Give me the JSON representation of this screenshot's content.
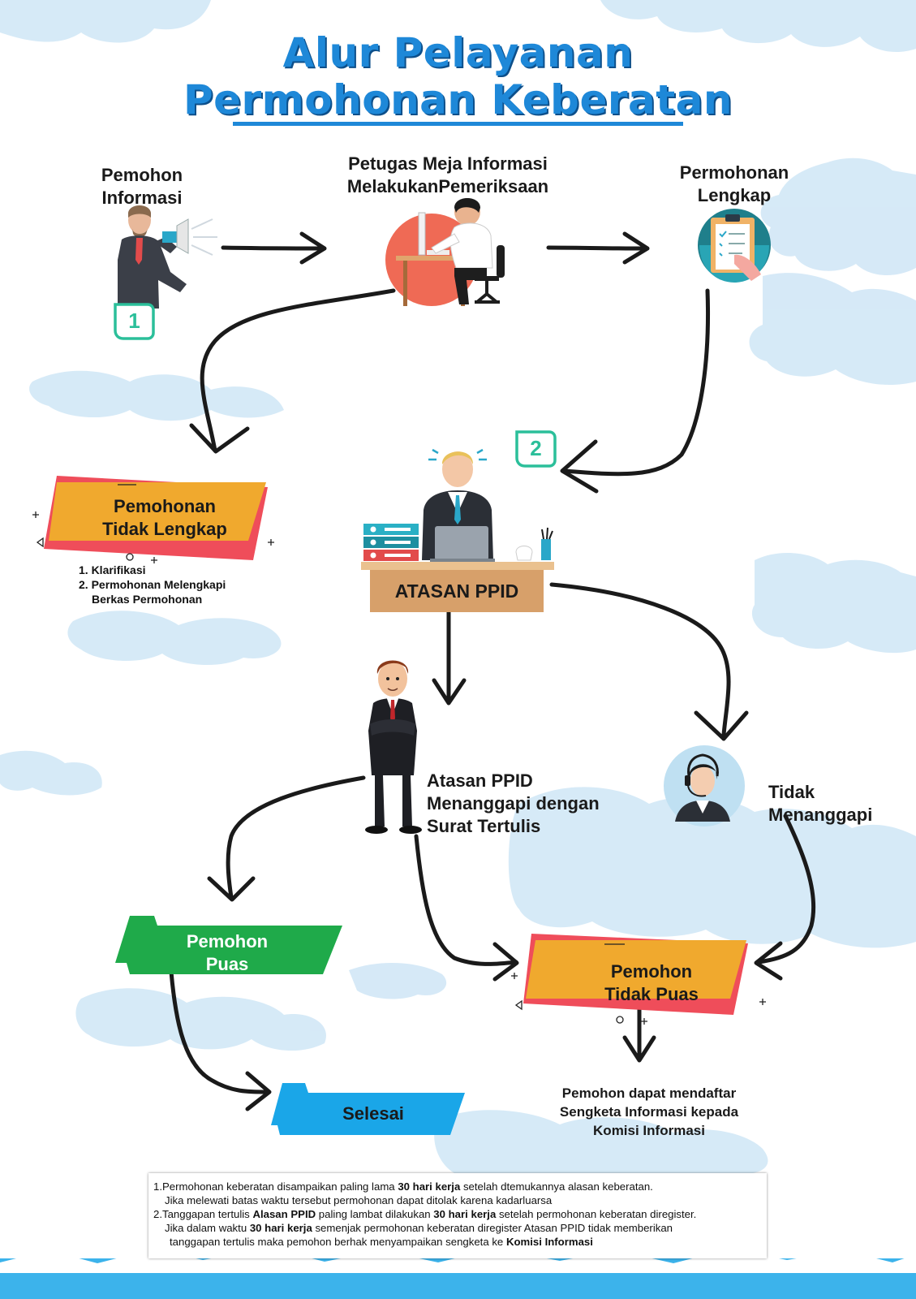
{
  "title": {
    "line1": "Alur Pelayanan",
    "line2": "Permohonan Keberatan"
  },
  "steps": {
    "pemohon": "Pemohon\nInformasi",
    "petugas": "Petugas Meja Informasi\nMelakukanPemeriksaan",
    "lengkap": "Permohonan\nLengkap",
    "badge1": "1",
    "badge2": "2",
    "tidak_lengkap": "Pemohonan\nTidak Lengkap",
    "tidak_lengkap_items": [
      "1. Klarifikasi",
      "2. Permohonan Melengkapi",
      "Berkas Permohonan"
    ],
    "atasan_desk": "ATASAN PPID",
    "atasan_tanggapi": "Atasan PPID\nMenanggapi dengan\nSurat Tertulis",
    "tidak_menanggapi": "Tidak\nMenanggapi",
    "puas": "Pemohon\nPuas",
    "tidak_puas": "Pemohon\nTidak Puas",
    "selesai": "Selesai",
    "sengketa": "Pemohon dapat mendaftar\nSengketa Informasi kepada\nKomisi Informasi"
  },
  "notes": {
    "n1a_pre": "1.Permohonan keberatan disampaikan paling lama ",
    "n1a_b": "30 hari kerja",
    "n1a_post": " setelah dtemukannya alasan keberatan.",
    "n1b": "Jika melewati batas waktu tersebut permohonan dapat  ditolak karena kadarluarsa",
    "n2a_pre": "2.Tanggapan tertulis ",
    "n2a_b1": "Alasan PPID",
    "n2a_mid": " paling lambat dilakukan ",
    "n2a_b2": "30 hari kerja",
    "n2a_post": " setelah permohonan keberatan diregister.",
    "n2b_pre": "Jika dalam waktu ",
    "n2b_b": "30 hari kerja",
    "n2b_post": " semenjak permohonan keberatan diregister Atasan PPID tidak memberikan",
    "n2c_pre": "tanggapan tertulis maka pemohon berhak menyampaikan sengketa ke ",
    "n2c_b": "Komisi Informasi"
  },
  "colors": {
    "title": "#1e88d8",
    "cloud": "#cfe6f6",
    "orange": "#f0a92e",
    "red": "#ef4d5a",
    "green": "#1faa4a",
    "blue": "#1aa6e8",
    "teal": "#2bbf9a",
    "desk": "#d7a06a"
  },
  "icons": [
    "megaphone-man-icon",
    "office-worker-icon",
    "clipboard-icon",
    "manager-icon",
    "businessman-icon",
    "operator-icon"
  ]
}
